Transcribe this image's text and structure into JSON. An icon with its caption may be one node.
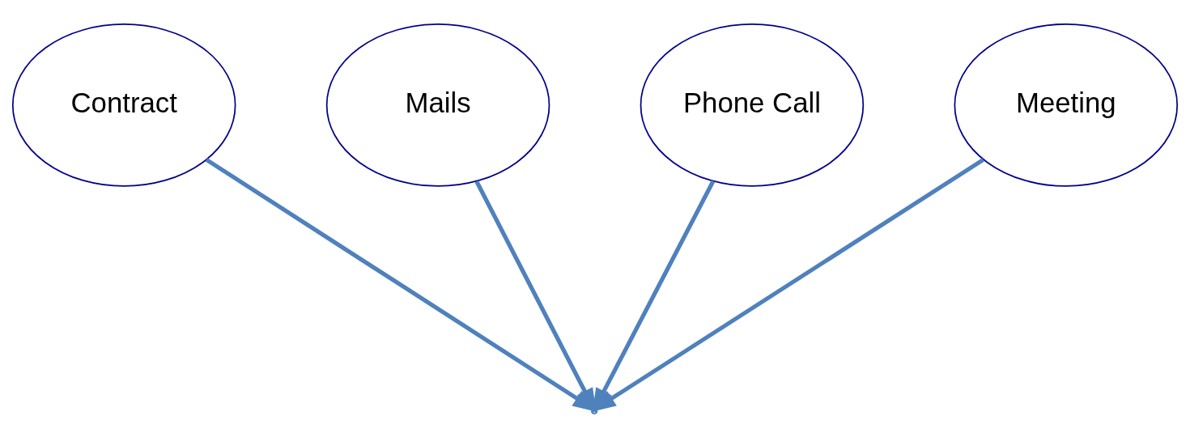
{
  "diagram": {
    "nodes": [
      {
        "text": [
          "Contract"
        ]
      },
      {
        "text": [
          "Mails"
        ]
      },
      {
        "text": [
          "Phone Call"
        ]
      },
      {
        "text": [
          "Meeting"
        ]
      }
    ],
    "edges": [
      {
        "from": 0,
        "to": null,
        "arrow": "to"
      },
      {
        "from": 1,
        "to": null,
        "arrow": "to"
      },
      {
        "from": 2,
        "to": null,
        "arrow": "to"
      },
      {
        "from": 3,
        "to": null,
        "arrow": "to"
      }
    ]
  }
}
